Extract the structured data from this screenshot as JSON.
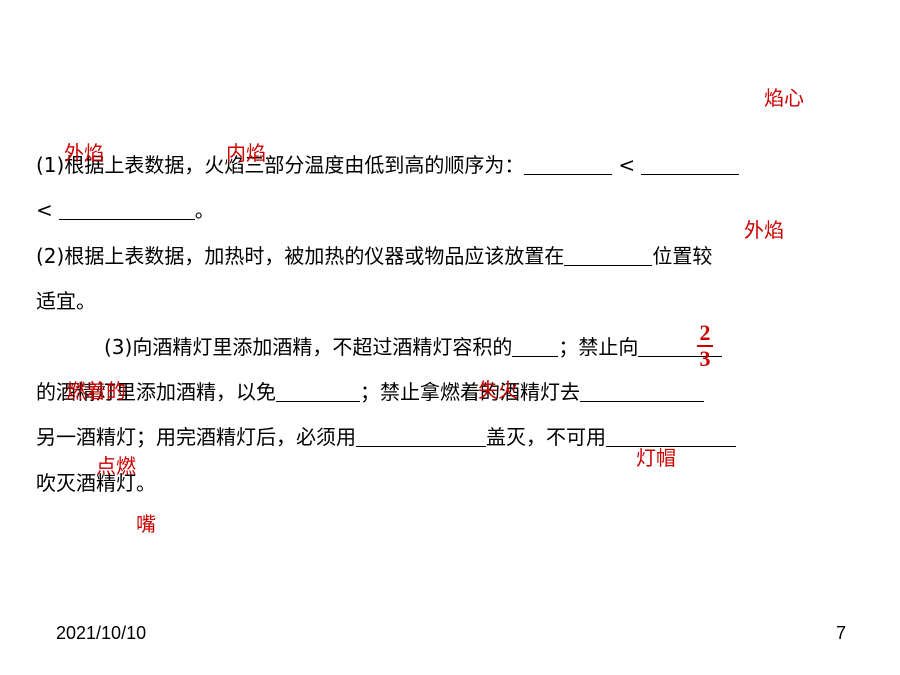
{
  "question": {
    "q1_line1": "(1)根据上表数据，火焰三部分温度由低到高的顺序为：",
    "q1_lt": "<",
    "q1_line2_lt": "<",
    "q1_line2_end": "。",
    "q2_line1_a": "(2)根据上表数据，加热时，被加热的仪器或物品应该放置在",
    "q2_line1_b": "位置较",
    "q2_line2": "适宜。",
    "q3_line1_a": "(3)向酒精灯里添加酒精，不超过酒精灯容积的",
    "q3_line1_b": "；禁止向",
    "q3_line2_a": "的酒精灯里添加酒精，以免",
    "q3_line2_b": "；禁止拿燃着的酒精灯去",
    "q3_line3_a": "另一酒精灯；用完酒精灯后，必须用",
    "q3_line3_b": "盖灭，不可用",
    "q3_line4": "吹灭酒精灯。"
  },
  "answers": {
    "a_flame_core": "焰心",
    "a_outer_flame_1": "外焰",
    "a_inner_flame": "内焰",
    "a_outer_flame_2": "外焰",
    "a_fraction_num": "2",
    "a_fraction_den": "3",
    "a_burning": "燃着的",
    "a_fire": "失火",
    "a_ignite": "点燃",
    "a_lamp_cap": "灯帽",
    "a_mouth": "嘴"
  },
  "footer": {
    "date": "2021/10/10",
    "page_number": "7"
  },
  "colors": {
    "answer_red": "#cc0000",
    "text_black": "#000000"
  }
}
